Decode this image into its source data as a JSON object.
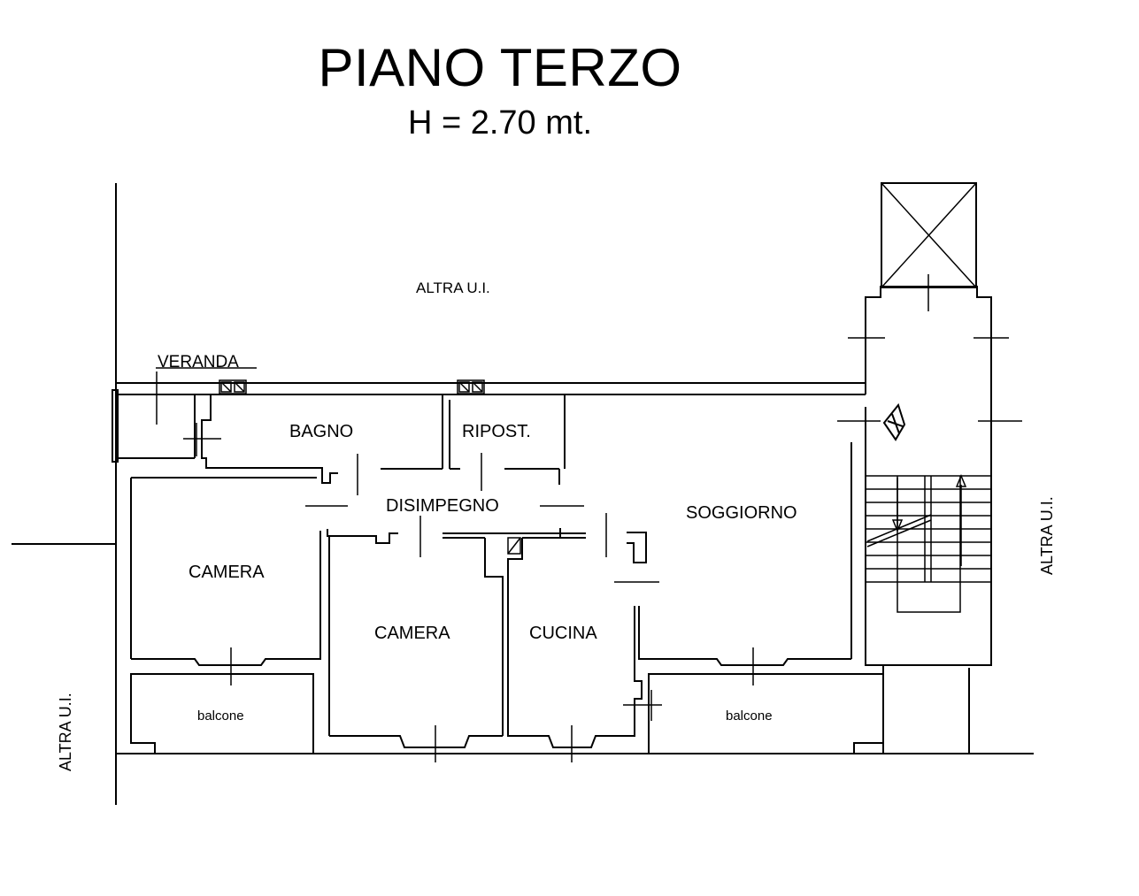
{
  "header": {
    "title": "PIANO TERZO",
    "subtitle": "H = 2.70 mt."
  },
  "rooms": {
    "veranda": "VERANDA",
    "bagno": "BAGNO",
    "ripostiglio": "RIPOST.",
    "disimpegno": "DISIMPEGNO",
    "soggiorno": "SOGGIORNO",
    "camera_left": "CAMERA",
    "camera_center": "CAMERA",
    "cucina": "CUCINA",
    "balcone_left": "balcone",
    "balcone_right": "balcone"
  },
  "neighbors": {
    "top": "ALTRA U.I.",
    "right": "ALTRA U.I.",
    "left": "ALTRA U.I."
  }
}
